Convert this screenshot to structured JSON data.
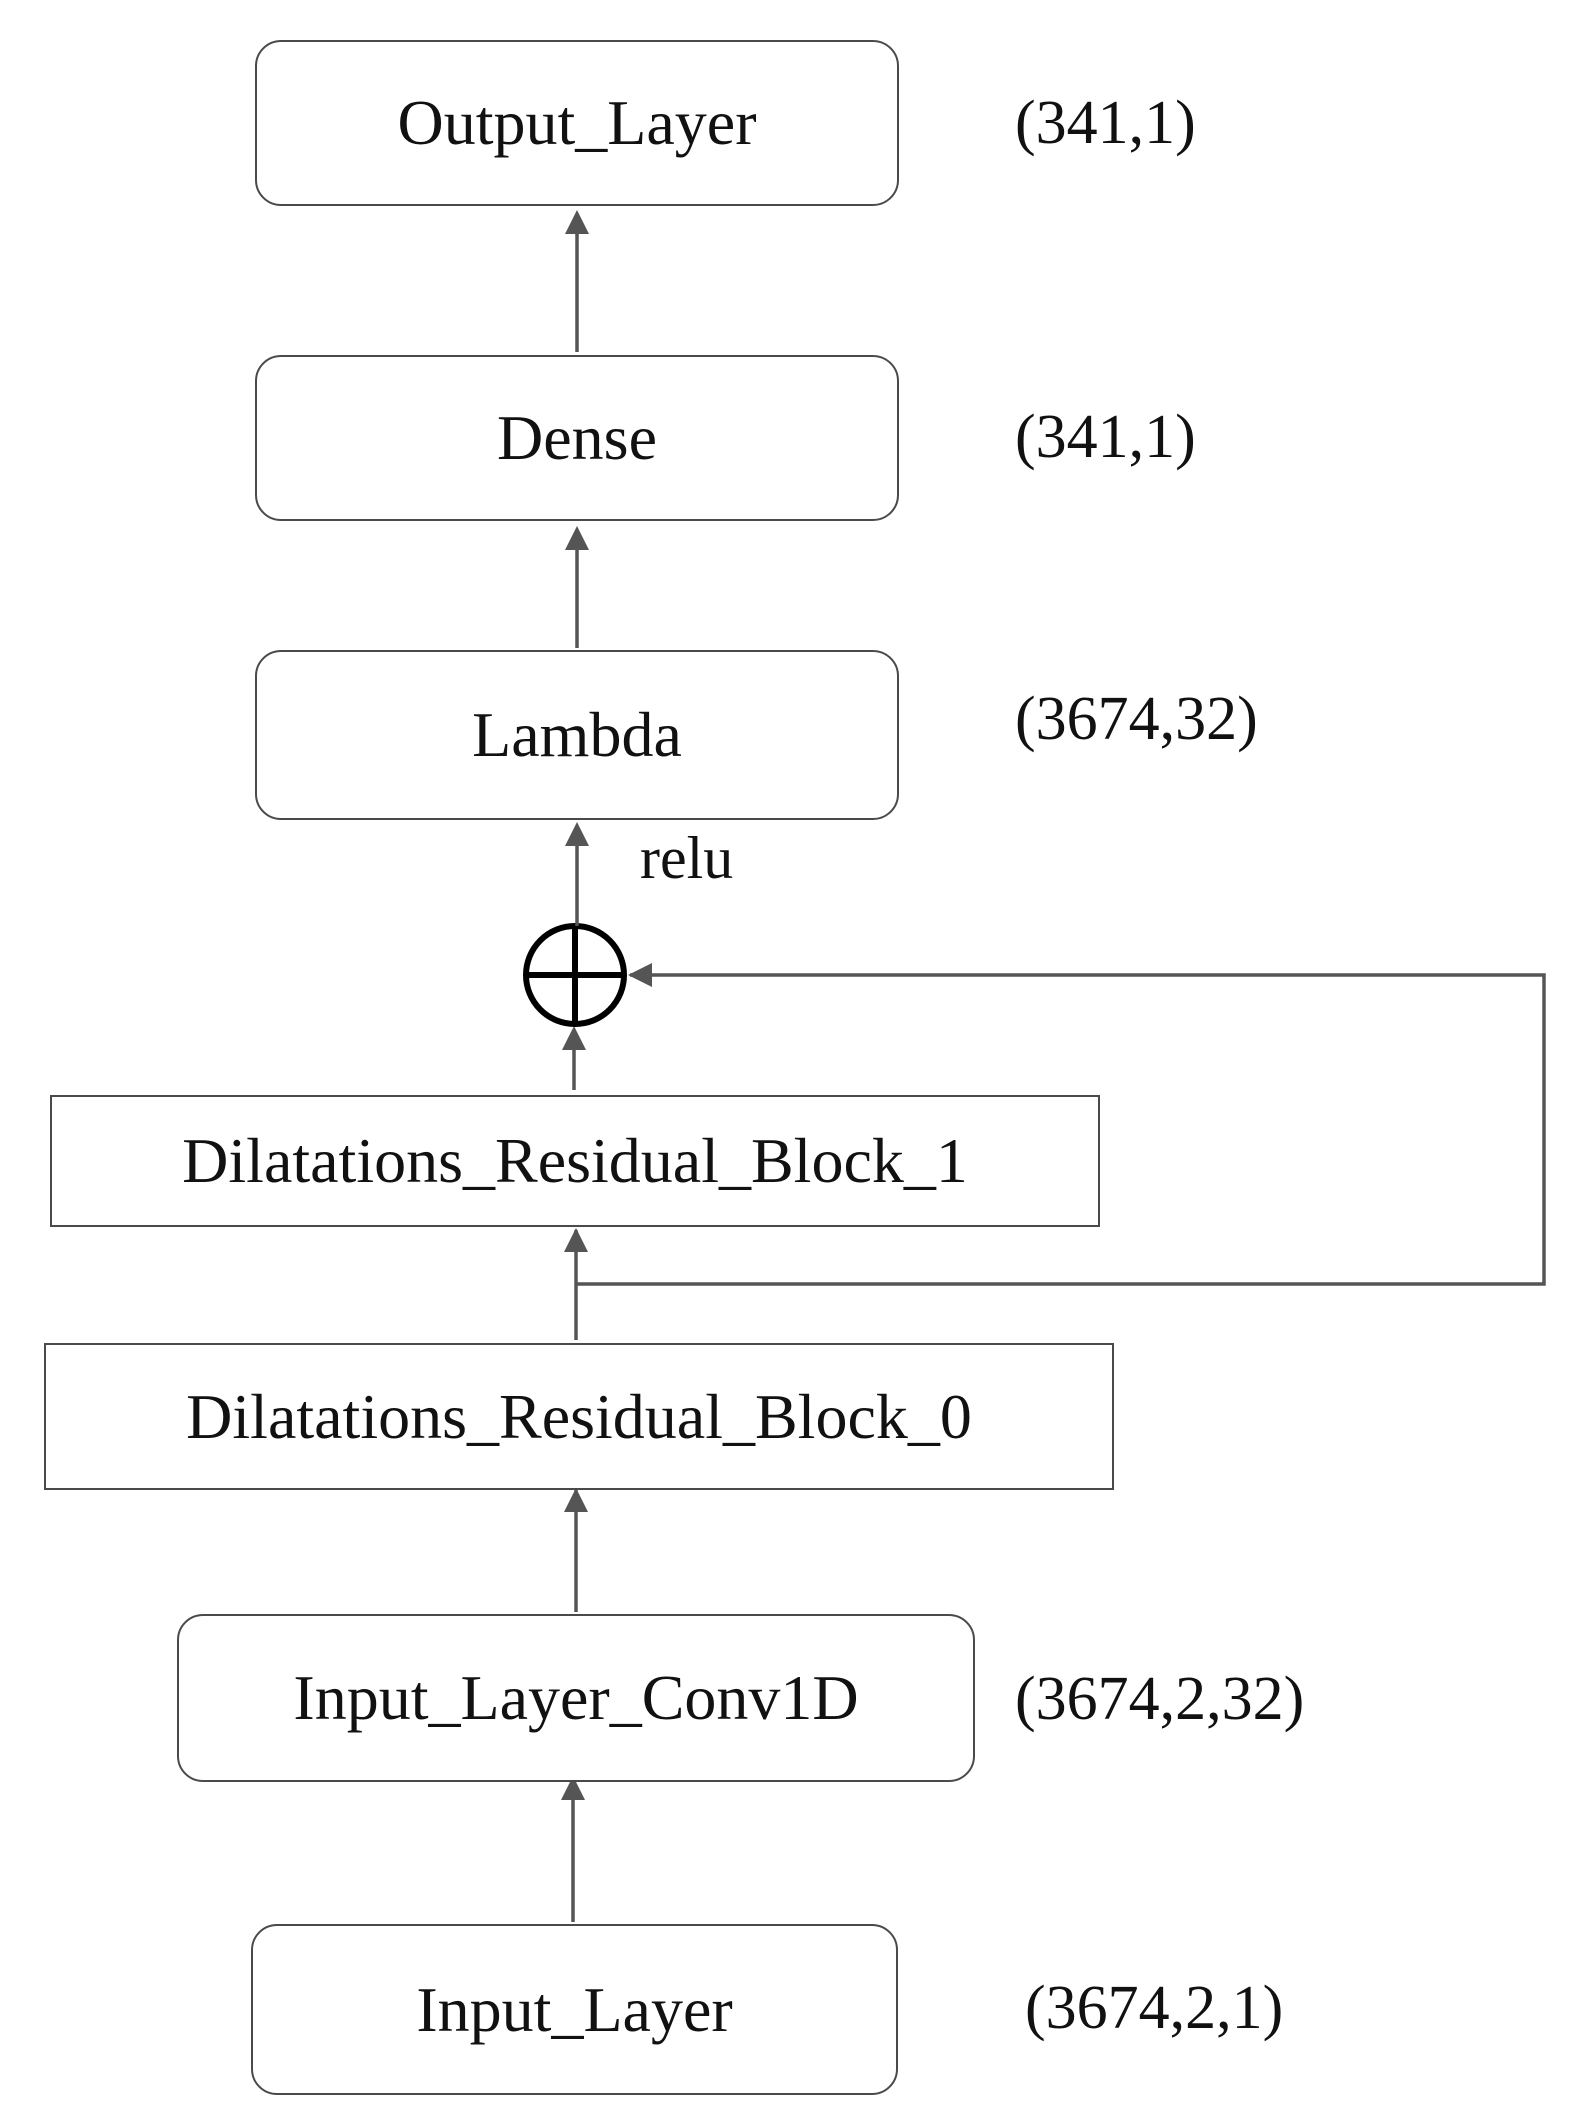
{
  "nodes": {
    "output_layer": "Output_Layer",
    "dense": "Dense",
    "lambda": "Lambda",
    "block_1": "Dilatations_Residual_Block_1",
    "block_0": "Dilatations_Residual_Block_0",
    "input_conv1d": "Input_Layer_Conv1D",
    "input_layer": "Input_Layer"
  },
  "shapes": {
    "output_layer": "(341,1)",
    "dense": "(341,1)",
    "lambda": "(3674,32)",
    "input_conv1d": "(3674,2,32)",
    "input_layer": "(3674,2,1)"
  },
  "edge_labels": {
    "activation": "relu"
  },
  "colors": {
    "line": "#555555",
    "border": "#4a4a4a",
    "text": "#111111"
  },
  "icons": {
    "sum": "circled-plus-icon"
  }
}
